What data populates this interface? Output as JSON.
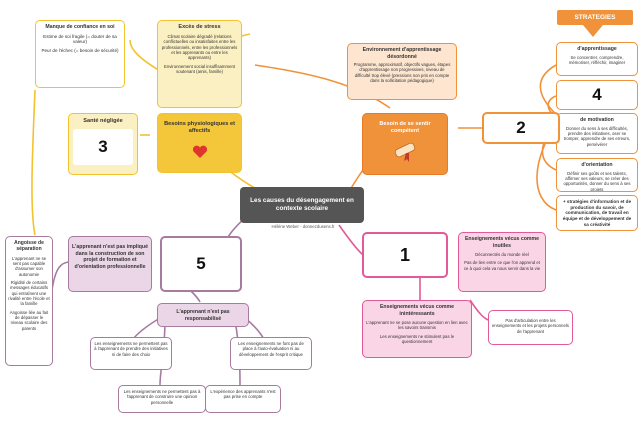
{
  "colors": {
    "yellow": "#f2c230",
    "yellow_fill": "#fbf0c2",
    "orange": "#f0923a",
    "orange_dark": "#e87a25",
    "pink": "#e25a98",
    "pink_fill": "#f9d5e5",
    "mauve": "#a77aa0",
    "mauve_fill": "#ead6e6",
    "gray": "#555555",
    "heart": "#e0342e"
  },
  "center": {
    "title": "Les causes du désengagement en contexte scolaire",
    "credit": "Hélène Weber - donnezdusens.fr"
  },
  "manque": {
    "title": "Manque de confiance en soi",
    "line1": "Estime de soi fragile (= douter de sa valeur)",
    "line2": "Peur de l'échec (= besoin de sécurité)"
  },
  "stress": {
    "title": "Excès de stress",
    "line1": "Climat scolaire dégradé (relations conflictuelles ou insatisfaites entre les professionnels, entre les professionnels et les apprenants ou entre les apprenants)",
    "line2": "Environnement social insuffisamment soutenant (amis, famille)"
  },
  "environnement": {
    "title": "Environnement d'apprentissage désordonné",
    "text": "Programme, approximatif, objectifs vagues, étapes d'apprentissage non progressives, niveau de difficulté trop élevé (pressions non pris en compte dans la sollicitation pédagogique)"
  },
  "sante": {
    "title": "Santé négligée",
    "number": "3"
  },
  "physio": {
    "title": "Besoins physiologiques et affectifs"
  },
  "competent": {
    "title": "Besoin de se sentir compétent"
  },
  "strategies": {
    "title": "STRATEGIES",
    "number": "2",
    "apprentissage": {
      "title": "d'apprentissage",
      "text": "Se concentrer, comprendre, mémoriser, réfléchir, imaginer"
    },
    "blank_number": "4",
    "motivation": {
      "title": "de motivation",
      "text": "Donner du sens à ses difficultés, prendre des initiatives, oser se tromper, apprendre de ses erreurs, persévérer"
    },
    "orientation": {
      "title": "d'orientation",
      "text": "Définir ses goûts et ses talents, affirmer ses valeurs, se créer des opportunités, donner du sens à ses projets"
    },
    "information": {
      "text": "+ stratégies d'information et de production du savoir, de communication, de travail en équipe et de développement de sa créativité"
    }
  },
  "angoisse": {
    "title": "Angoisse de séparation",
    "line1": "L'apprenant ne se sent pas capable d'assumer son autonomie",
    "line2": "Rigidité de certains messages éducatifs qui entraînent une rivalité entre l'école et la famille",
    "line3": "Angoisse liée au fait de dépasser le niveau scolaire des parents"
  },
  "implique": {
    "title": "L'apprenant n'est pas impliqué dans la construction de son projet de formation et d'orientation professionnelle",
    "number": "5"
  },
  "responsabilite": {
    "title": "L'apprenant n'est pas responsabilisé",
    "c1": "Les enseignements ne permettent pas à l'apprenant de prendre des initiatives ni de faire des choix",
    "c2": "Les enseignements ne font pas de place à l'auto-évaluation ni au développement de l'esprit critique",
    "c3": "Les enseignements ne permettent pas à l'apprenant de construire une opinion personnelle",
    "c4": "L'expérience des apprenants n'est pas prise en compte"
  },
  "inutiles": {
    "number": "1",
    "title": "Enseignements vécus comme inutiles",
    "line1": "Déconnectés du monde réel",
    "line2": "Pas de lien entre ce que l'on apprend et ce à quoi cela va nous servir dans la vie"
  },
  "inintéressants": {
    "title": "Enseignements vécus comme inintéressants",
    "line1": "L'apprenant ne se pose aucune question en lien avec les savoirs transmis",
    "line2": "Les enseignements ne stimulent pas le questionnement"
  },
  "articulation": {
    "text": "Pas d'articulation entre les enseignements et les projets personnels de l'apprenant"
  }
}
